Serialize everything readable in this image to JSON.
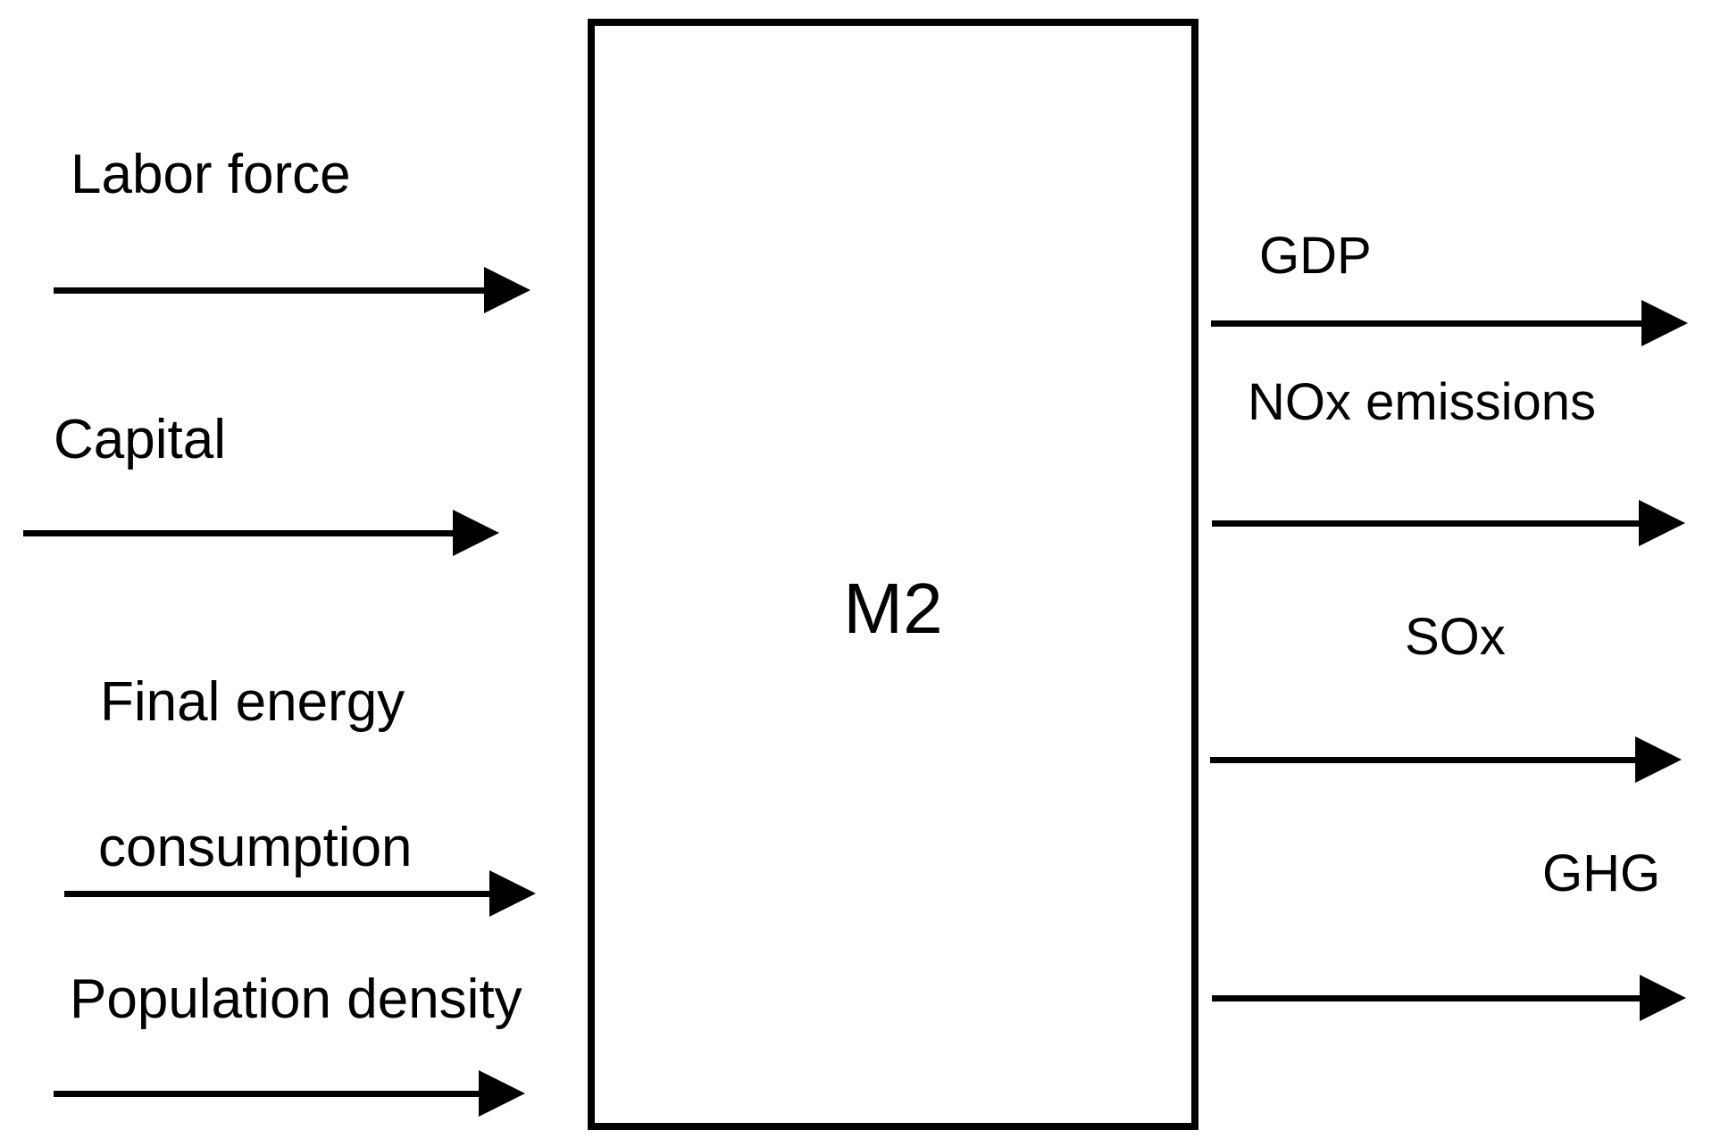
{
  "diagram": {
    "model_box": {
      "label": "M2"
    },
    "inputs": [
      {
        "label": "Labor force"
      },
      {
        "label": "Capital"
      },
      {
        "label": "Final energy consumption",
        "lines": [
          "Final energy",
          "consumption"
        ]
      },
      {
        "label": "Population density"
      }
    ],
    "outputs": [
      {
        "label": "GDP"
      },
      {
        "label": "NOx emissions"
      },
      {
        "label": "SOx"
      },
      {
        "label": "GHG"
      }
    ],
    "icons": {
      "arrowhead": "right-pointing-triangle (css border shape)"
    },
    "colors": {
      "foreground": "#000000",
      "background": "#ffffff"
    }
  }
}
